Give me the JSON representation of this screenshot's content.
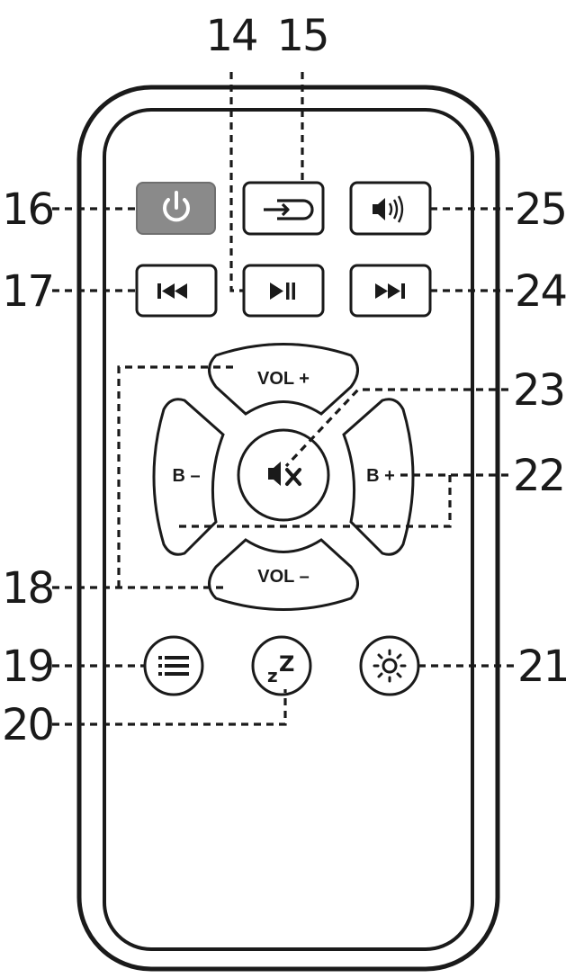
{
  "callouts": {
    "n14": "14",
    "n15": "15",
    "n16": "16",
    "n17": "17",
    "n18": "18",
    "n19": "19",
    "n20": "20",
    "n21": "21",
    "n22": "22",
    "n23": "23",
    "n24": "24",
    "n25": "25"
  },
  "remote": {
    "vol_up_label": "VOL +",
    "vol_down_label": "VOL –",
    "bass_down_label": "B –",
    "bass_up_label": "B +"
  },
  "icons": {
    "power": "power-icon",
    "source": "input-source-icon",
    "sound_mode": "speaker-icon",
    "prev": "previous-track-icon",
    "play_pause": "play-pause-icon",
    "next": "next-track-icon",
    "mute": "mute-icon",
    "menu": "menu-list-icon",
    "sleep": "sleep-zz-icon",
    "brightness": "brightness-sun-icon"
  },
  "colors": {
    "power_button_fill": "#8a8a8a",
    "outline": "#1a1a1a"
  }
}
